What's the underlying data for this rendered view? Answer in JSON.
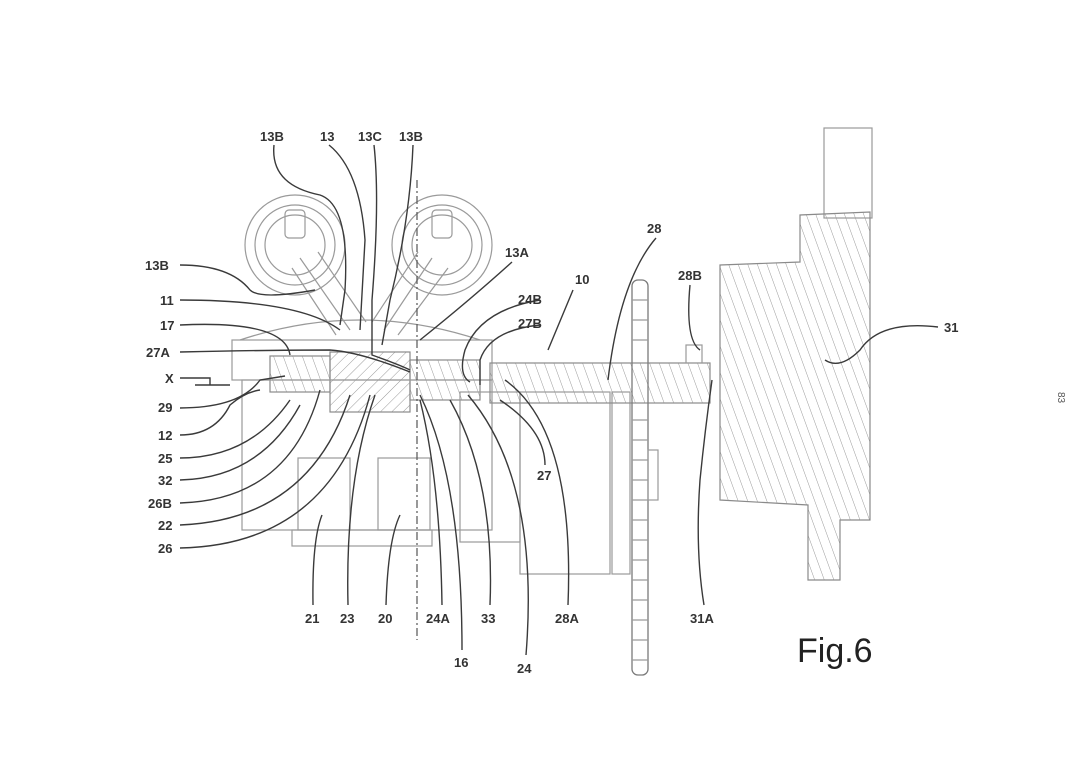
{
  "figure": {
    "title": "Fig.6",
    "side_mark": "83",
    "labels": {
      "l13B_top_left": "13B",
      "l13": "13",
      "l13C": "13C",
      "l13B_top_right": "13B",
      "l13B_left": "13B",
      "l11": "11",
      "l17": "17",
      "l27A": "27A",
      "lX": "X",
      "l29": "29",
      "l12": "12",
      "l25": "25",
      "l32": "32",
      "l26B": "26B",
      "l22": "22",
      "l26": "26",
      "l13A": "13A",
      "l10": "10",
      "l24B": "24B",
      "l27B": "27B",
      "l28": "28",
      "l28B": "28B",
      "l31": "31",
      "l27": "27",
      "l21": "21",
      "l23": "23",
      "l20": "20",
      "l24A": "24A",
      "l33": "33",
      "l28A": "28A",
      "l31A": "31A",
      "l16": "16",
      "l24": "24"
    }
  }
}
